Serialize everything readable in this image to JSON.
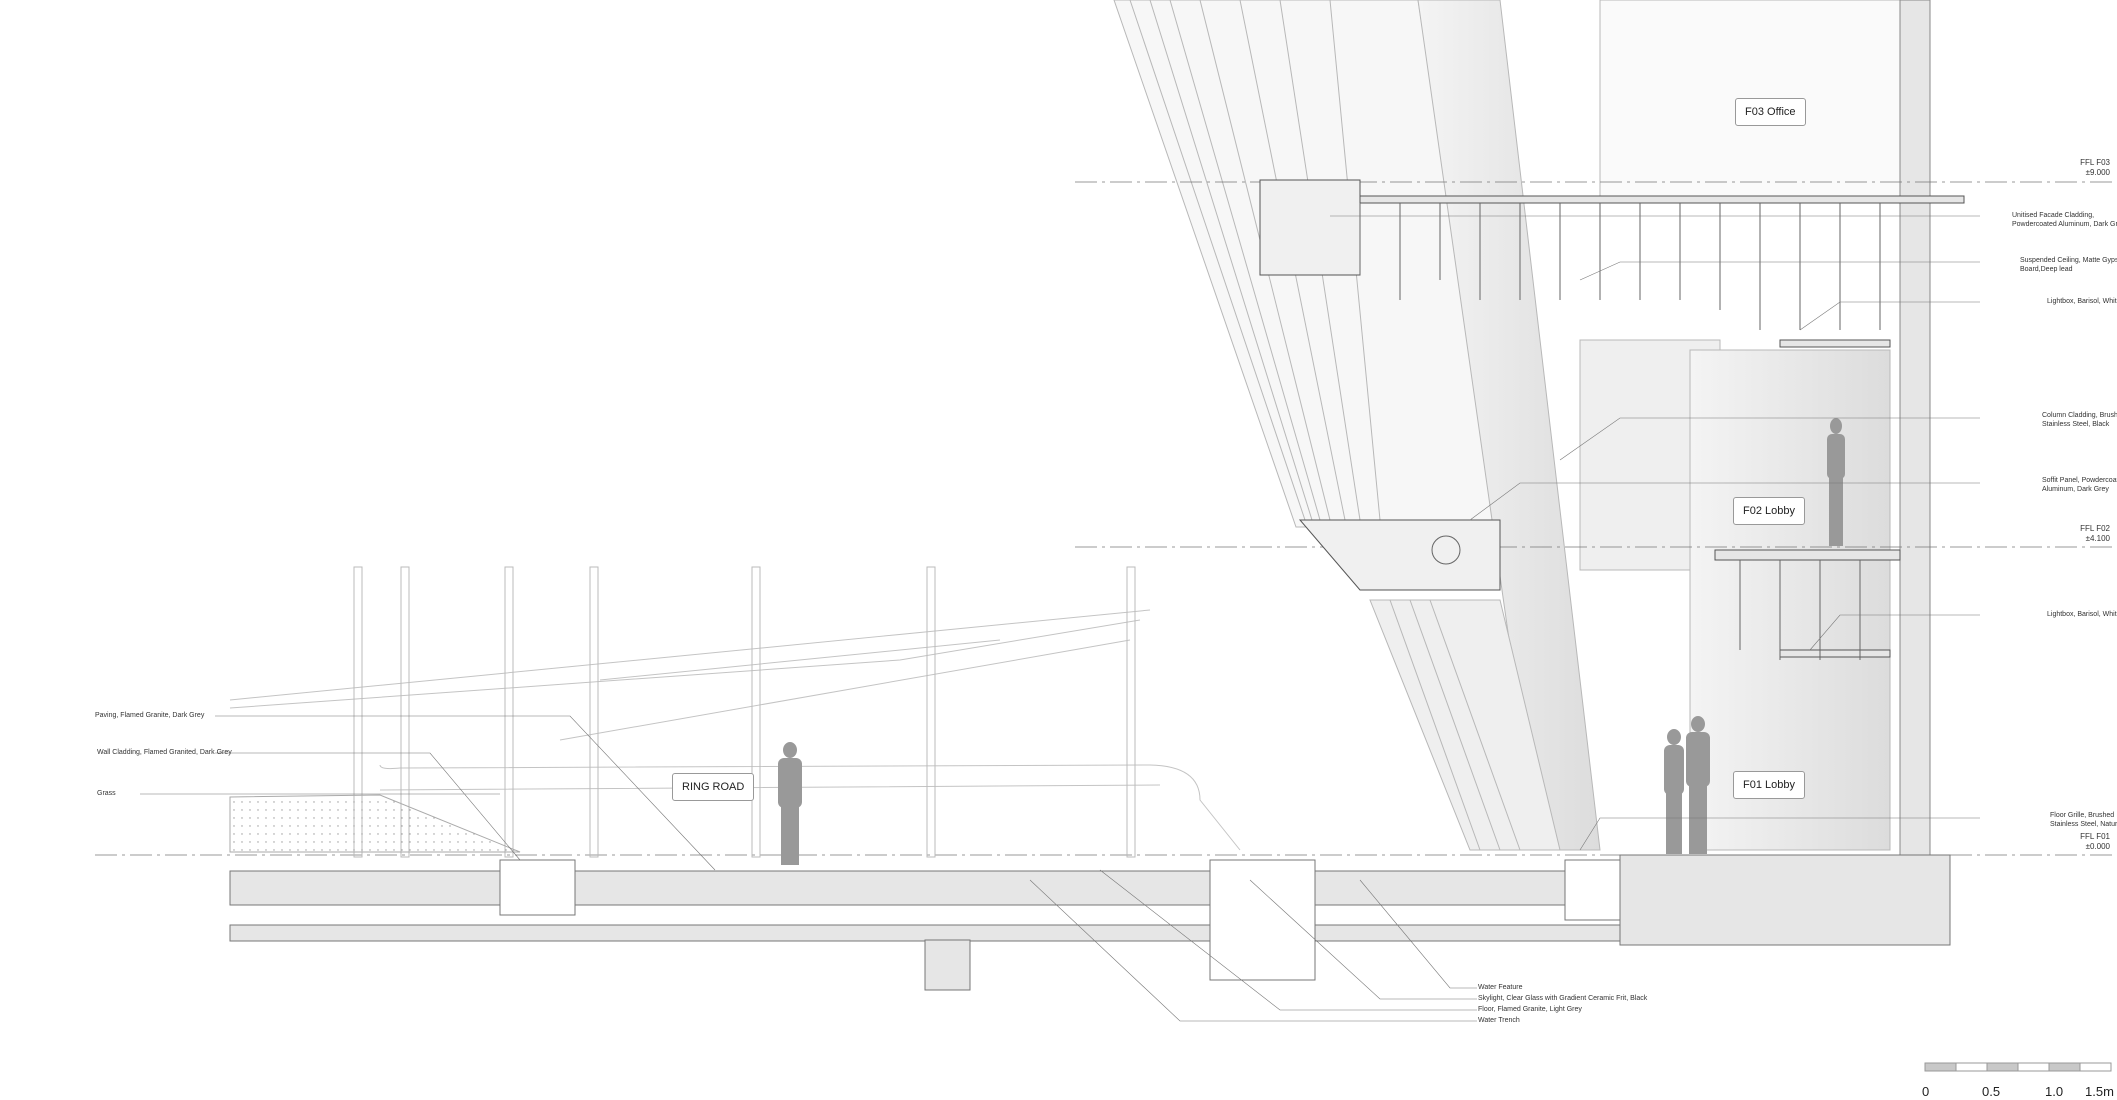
{
  "rooms": {
    "f03": "F03 Office",
    "f02": "F02 Lobby",
    "f01": "F01 Lobby",
    "road": "RING ROAD"
  },
  "levels": [
    {
      "name": "FFL F03",
      "value": "±9.000"
    },
    {
      "name": "FFL F02",
      "value": "±4.100"
    },
    {
      "name": "FFL F01",
      "value": "±0.000"
    }
  ],
  "right_labels": [
    [
      "Unitised Facade Cladding,",
      "Powdercoated Aluminum, Dark Grey"
    ],
    [
      "Suspended Ceiling, Matte Gypsum",
      "Board,Deep lead"
    ],
    [
      "Lightbox, Barisol, White"
    ],
    [
      "Column Cladding, Brushed",
      "Stainless Steel, Black"
    ],
    [
      "Soffit Panel, Powdercoated",
      "Aluminum, Dark Grey"
    ],
    [
      "Lightbox, Barisol, White"
    ],
    [
      "Floor Grille, Brushed",
      "Stainless Steel, Natural"
    ]
  ],
  "left_labels": [
    "Paving, Flamed Granite, Dark Grey",
    "Wall Cladding, Flamed Granited, Dark Grey",
    "Grass"
  ],
  "bottom_labels": [
    "Water Feature",
    "Skylight, Clear Glass with Gradient Ceramic Frit, Black",
    "Floor, Flamed Granite, Light Grey",
    "Water Trench"
  ],
  "scale_bar": {
    "ticks": [
      "0",
      "0.5",
      "1.0",
      "1.5m"
    ],
    "fill_color": "#c8c8c8"
  },
  "colors": {
    "line": "#9a9a9a",
    "dark_line": "#444444",
    "fill": "#e6e6e6"
  }
}
